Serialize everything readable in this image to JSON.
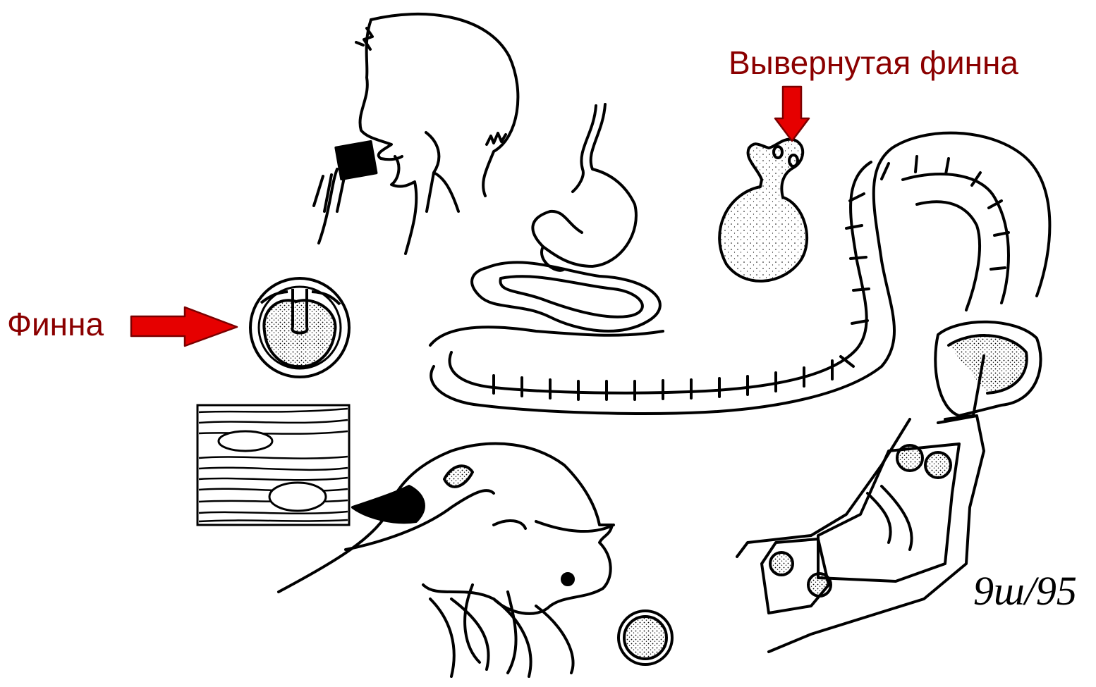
{
  "labels": {
    "finna": "Финна",
    "everted_finna": "Вывернутая финна"
  },
  "signature": "9ш/95",
  "colors": {
    "label_text": "#8b0000",
    "arrow_fill": "#e60000",
    "arrow_stroke": "#7a0000",
    "ink": "#000000",
    "background": "#ffffff"
  },
  "icons": {
    "finna_arrow": "right-arrow",
    "everted_arrow": "down-arrow"
  }
}
